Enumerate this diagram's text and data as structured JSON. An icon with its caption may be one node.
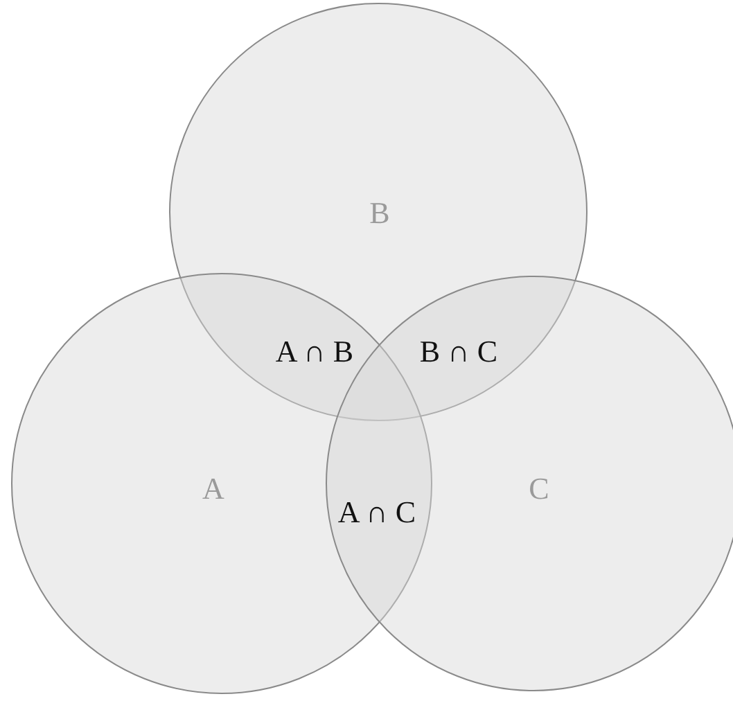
{
  "diagram": {
    "nodes": [
      {
        "text": [
          "B"
        ]
      },
      {
        "text": [
          "A"
        ]
      },
      {
        "text": [
          "C"
        ]
      }
    ],
    "edges": [],
    "labels": [
      "A ∩ B",
      "B ∩ C",
      "A ∩ C"
    ]
  }
}
